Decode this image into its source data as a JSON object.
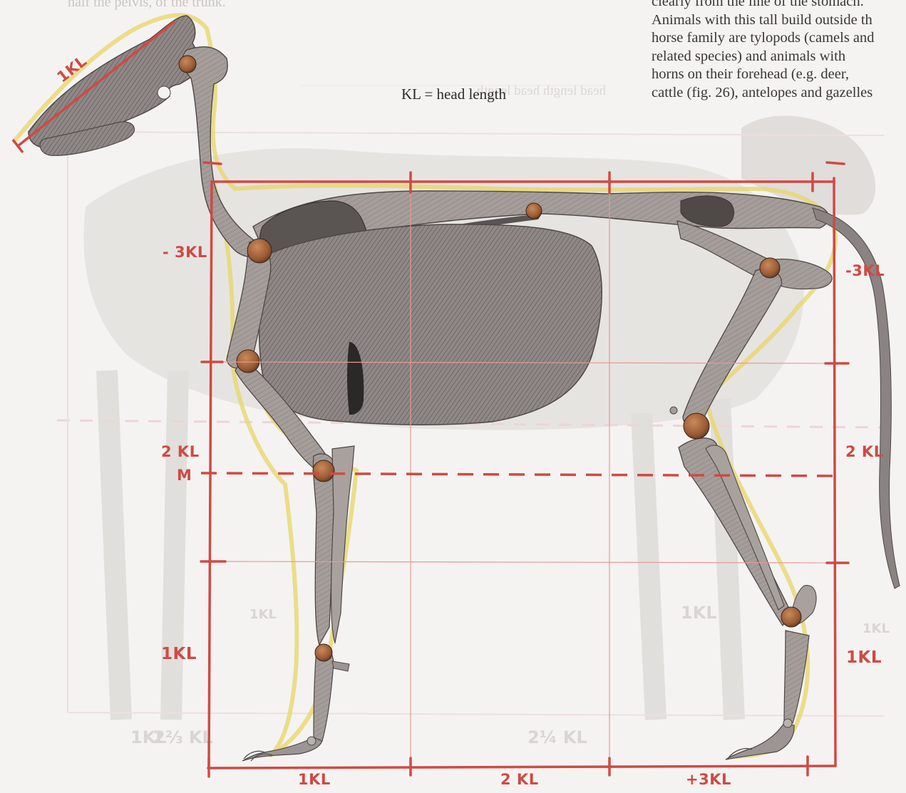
{
  "caption": "KL = head length",
  "text_block": {
    "lines": [
      "clearly from the line of the stomach.",
      "Animals with this tall build outside th",
      "horse family are tylopods (camels and",
      "related species) and animals with",
      "horns on their forehead (e.g. deer,",
      "cattle (fig. 26), antelopes and gazelles"
    ]
  },
  "ghost_text": "half the pelvis, of the trunk.",
  "labels": {
    "head": "1KL",
    "left_3kl": "- 3KL",
    "right_3kl": "-3KL",
    "left_2kl": "2 KL",
    "left_m": "M",
    "right_2kl": "2 KL",
    "left_1kl": "1KL",
    "right_1kl": "1KL",
    "bottom_1kl": "1KL",
    "bottom_2kl": "2 KL",
    "bottom_3kl": "+3KL"
  },
  "colors": {
    "measure_red": "#cf4a44",
    "outline_yellow": "#e8d566",
    "bone": "#9d9593",
    "bone_dark": "#6f6866",
    "joint": "#a8663b",
    "ghost": "#d6d2cf"
  }
}
